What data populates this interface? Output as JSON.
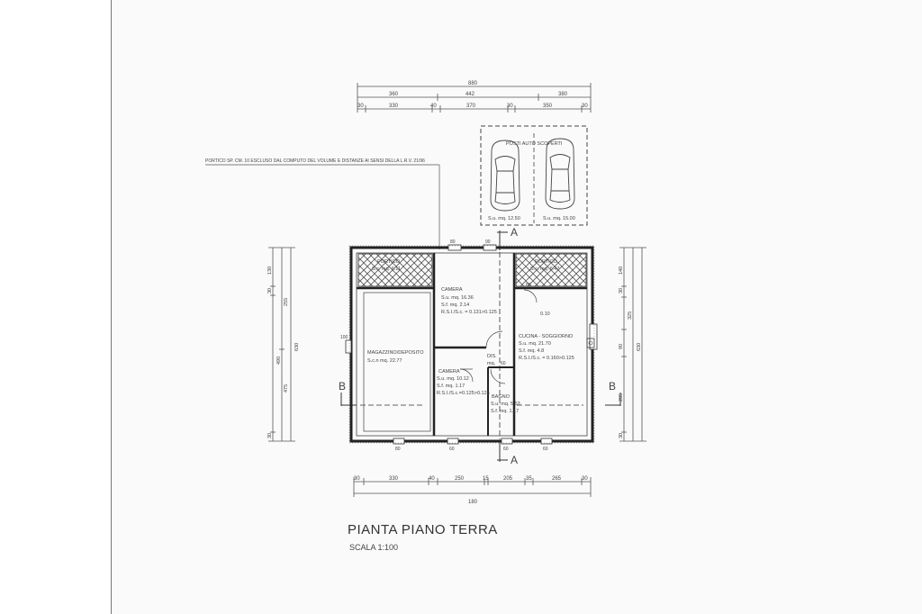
{
  "plan": {
    "title": "PIANTA PIANO TERRA",
    "scale": "SCALA 1:100",
    "note": "PORTICO SP. CM. 10 ESCLUSO DAL COMPUTO DEL VOLUME E DISTANZE AI SENSI DELLA L.R.V. 21/96",
    "parking_label": "POSTI AUTO SCOPERTI",
    "parking_spots": [
      "S.u. mq. 12.50",
      "S.u. mq. 15.00"
    ],
    "sections": {
      "a": "A",
      "b": "B"
    },
    "rooms": {
      "portico_left": {
        "name": "PORTICO",
        "area": "S.c. mq. 6.11"
      },
      "portico_right": {
        "name": "PORTICO",
        "area": "S.c. mq. 6.47"
      },
      "magazzino": {
        "name": "MAGAZZINO/DEPOSITO",
        "area": "S.c.n mq. 22.77"
      },
      "camera1": {
        "name": "CAMERA",
        "lines": [
          "S.u. mq. 16.36",
          "S.f. mq. 2.14",
          "R.S.I./S.c. = 0.131>0.125"
        ]
      },
      "camera2": {
        "name": "CAMERA",
        "lines": [
          "S.u. mq. 10.12",
          "S.f. mq. 1.17",
          "R.S.I./S.c.=0.125>0.125"
        ]
      },
      "cucina": {
        "name": "CUCINA - SOGGIORNO",
        "lines": [
          "S.u. mq. 21.70",
          "S.f. mq. 4.8",
          "R.S.I./S.c. = 0.160>0.125"
        ]
      },
      "bagno": {
        "name": "BAGNO",
        "lines": [
          "S.u. mq. 5.53",
          "S.f. mq. 1.17"
        ]
      },
      "dis": {
        "name": "DIS.",
        "area": "mq."
      }
    },
    "dimensions": {
      "top_total": "880",
      "top_mid": [
        "360",
        "442",
        "380"
      ],
      "top_detail": [
        "30",
        "330",
        "40",
        "370",
        "30",
        "350",
        "30"
      ],
      "bottom_detail": [
        "30",
        "330",
        "40",
        "250",
        "15",
        "205",
        "35",
        "265",
        "30"
      ],
      "bottom_total": "180",
      "left_total": "630",
      "left_detail": [
        "130",
        "30",
        "255",
        "490",
        "475",
        "30"
      ],
      "right_total": "630",
      "right_detail": [
        "140",
        "30",
        "325",
        "90",
        "285",
        "30"
      ],
      "spot_left": "180",
      "door_labels": [
        "80",
        "90",
        "80",
        "100",
        "60",
        "60",
        "60",
        "60",
        "80"
      ],
      "window_label": "0.10"
    }
  }
}
